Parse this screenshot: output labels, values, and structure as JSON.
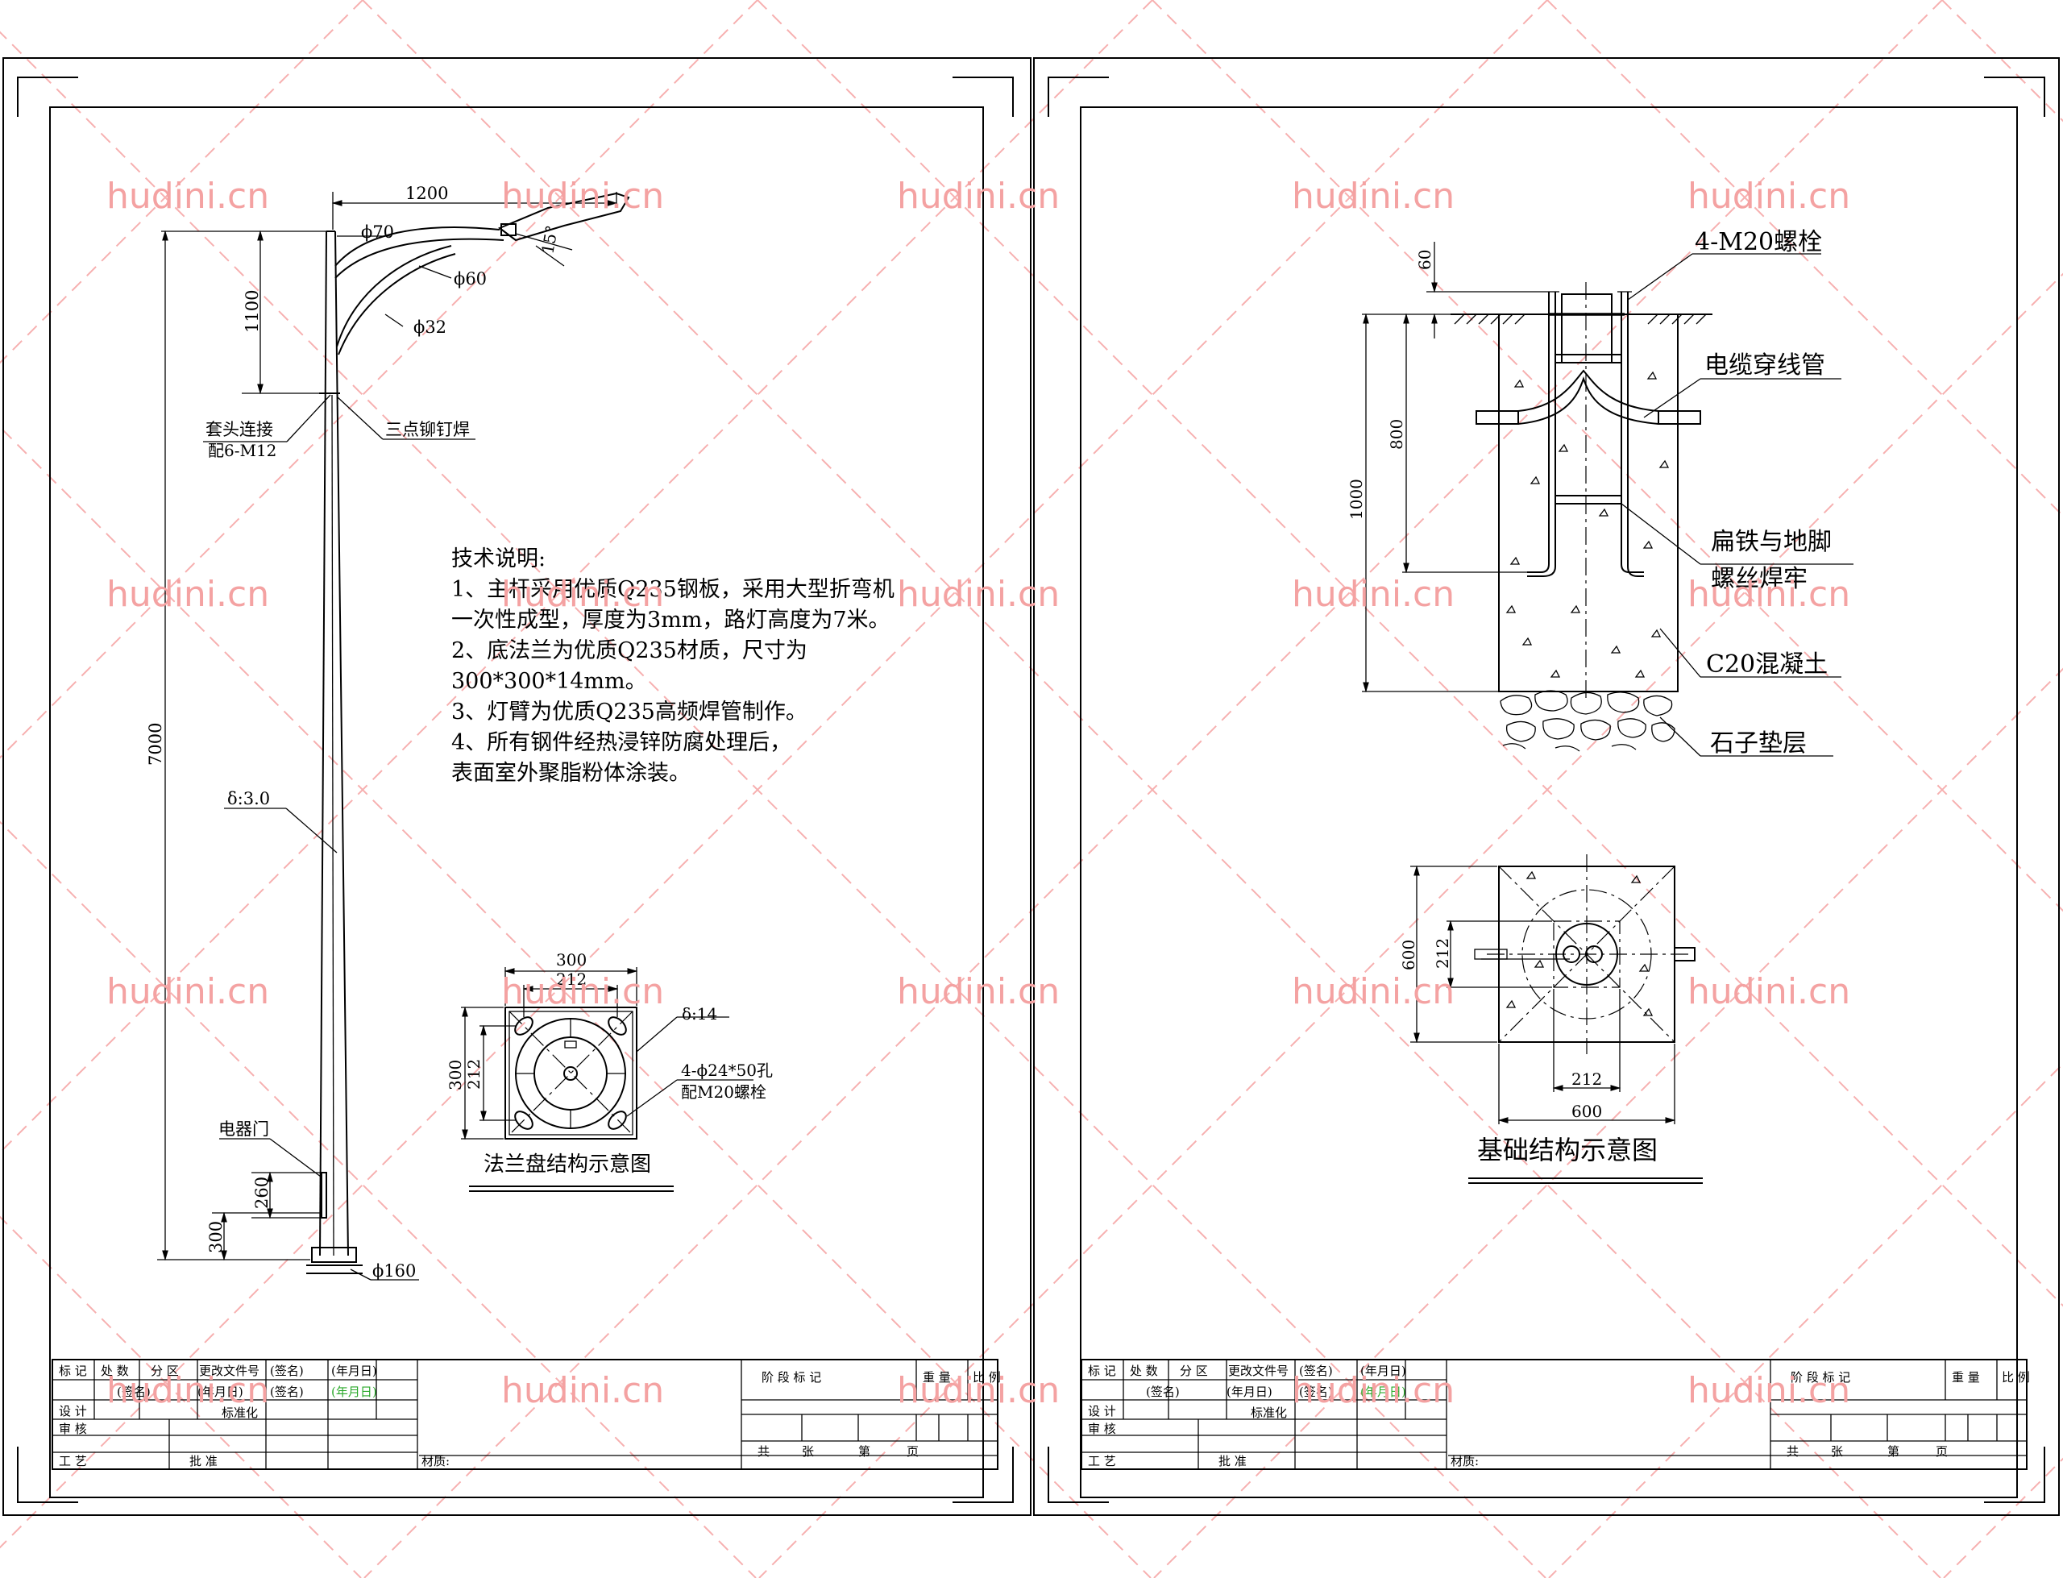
{
  "watermark": {
    "text": "hudini.cn",
    "color": "#f4a2a2"
  },
  "left_sheet": {
    "dimensions": {
      "arm_length": "1200",
      "top_dia": "ϕ70",
      "arm_dia": "ϕ60",
      "brace_dia": "ϕ32",
      "angle": "15°",
      "arm_rise": "1100",
      "pole_height": "7000",
      "thickness": "δ:3.0",
      "door_height": "260",
      "door_offset": "300",
      "base_dia": "ϕ160"
    },
    "labels": {
      "sleeve_joint": "套头连接",
      "sleeve_bolts": "配6-M12",
      "weld": "三点铆钉焊",
      "electric_door": "电器门"
    },
    "tech_notes": {
      "title": "技术说明:",
      "lines": [
        "1、主杆采用优质Q235钢板，采用大型折弯机",
        "一次性成型，厚度为3mm，路灯高度为7米。",
        "2、底法兰为优质Q235材质，尺寸为",
        "300*300*14mm。",
        "3、灯臂为优质Q235高频焊管制作。",
        "4、所有钢件经热浸锌防腐处理后，",
        "表面室外聚脂粉体涂装。"
      ]
    },
    "flange": {
      "outer": "300",
      "inner": "212",
      "outer_v": "300",
      "inner_v": "212",
      "thickness": "δ:14",
      "holes": "4-ϕ24*50孔",
      "bolts": "配M20螺栓",
      "title": "法兰盘结构示意图"
    }
  },
  "right_sheet": {
    "section": {
      "dim_60": "60",
      "dim_800": "800",
      "dim_1000": "1000",
      "bolt_label": "4-M20螺栓",
      "cable_label": "电缆穿线管",
      "flat_iron_1": "扁铁与地脚",
      "flat_iron_2": "螺丝焊牢",
      "concrete": "C20混凝土",
      "gravel": "石子垫层"
    },
    "plan": {
      "dim_600_v": "600",
      "dim_212_v": "212",
      "dim_212_h": "212",
      "dim_600_h": "600",
      "title": "基础结构示意图"
    }
  },
  "title_block": {
    "row1": [
      "标 记",
      "处 数",
      "分 区",
      "更改文件号",
      "(签名)",
      "(年月日)"
    ],
    "design": "设 计",
    "sign": "(签名)",
    "date": "(年月日)",
    "standard": "标准化",
    "sign2": "(签名)",
    "date2": "(年月日)",
    "review": "审 核",
    "craft": "工 艺",
    "approve": "批 准",
    "material": "材质:",
    "stage": "阶 段 标 记",
    "weight": "重 量",
    "scale": "比 例",
    "total": "共",
    "sheets": "张",
    "nth": "第",
    "page": "页"
  }
}
